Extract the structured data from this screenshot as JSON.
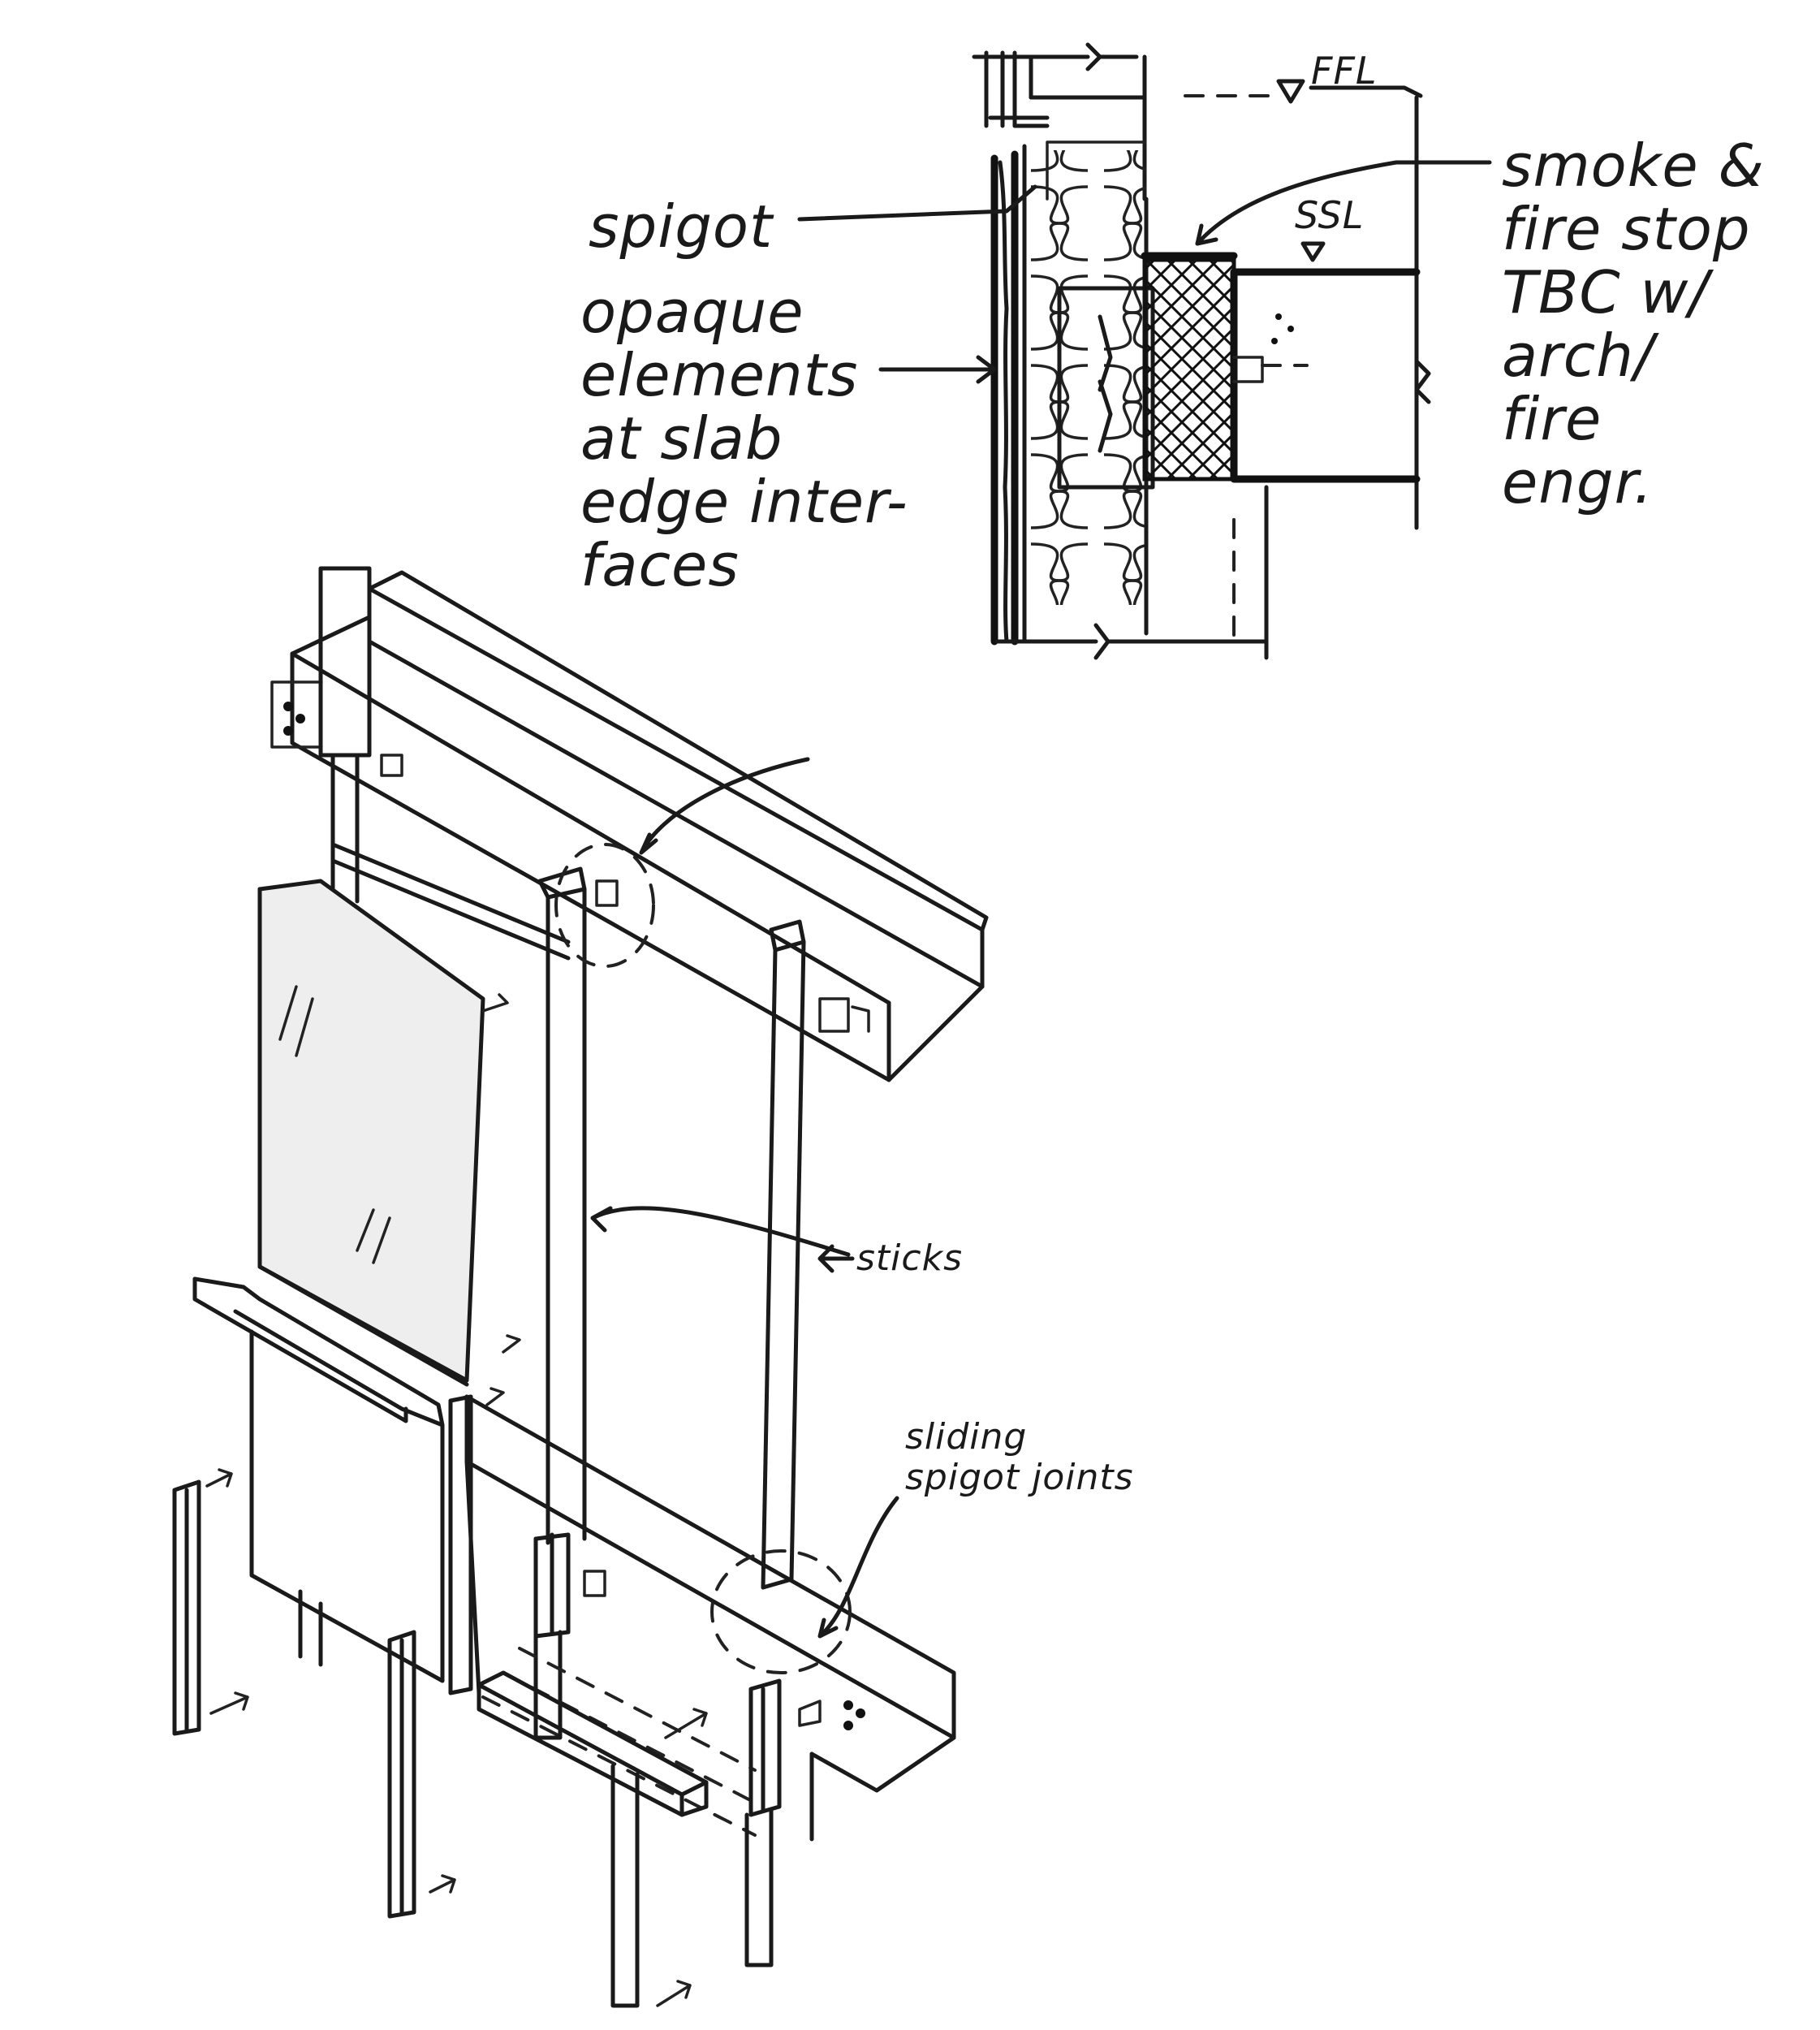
{
  "labels": {
    "spigot": "spigot",
    "opaque": "opaque\nelements\nat slab\nedge inter-\nfaces",
    "smoke": "smoke &\nfire stop\nTBC w/\narch/\nfire\nengr.",
    "ffl": "FFL",
    "ssl": "SSL",
    "sticks": "sticks",
    "sliding": "sliding\nspigot joints"
  }
}
